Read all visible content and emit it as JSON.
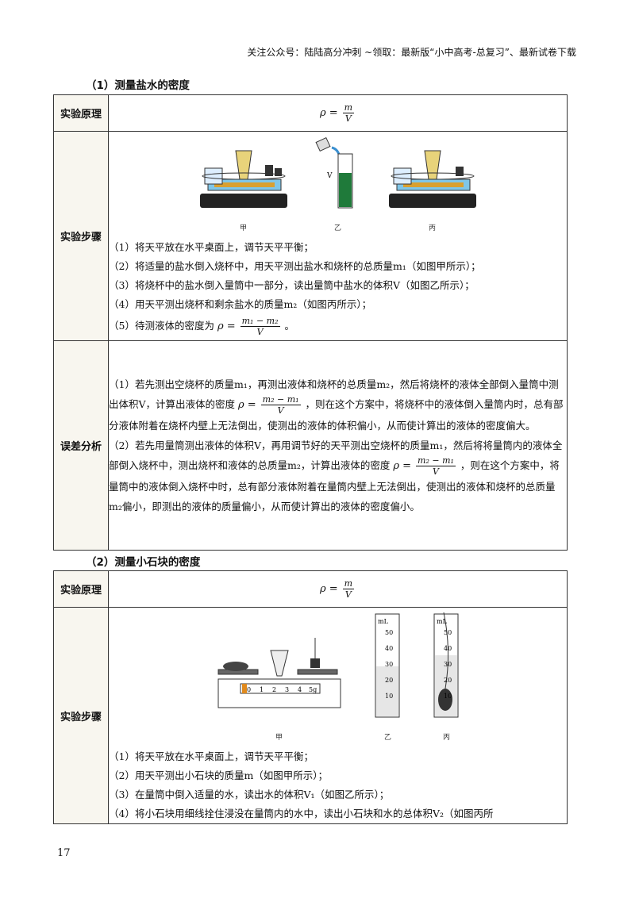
{
  "header": {
    "text": "关注公众号：陆陆高分冲刺 ~领取：最新版“小中高考-总复习”、最新试卷下载"
  },
  "section1": {
    "title": "（1）测量盐水的密度",
    "principle_label": "实验原理",
    "principle": {
      "lhs": "ρ =",
      "num": "m",
      "den": "V"
    },
    "steps_label": "实验步骤",
    "fig_captions": [
      "甲",
      "乙",
      "丙"
    ],
    "fig_v_label": "V",
    "steps": [
      "（1）将天平放在水平桌面上，调节天平平衡；",
      "（2）将适量的盐水倒入烧杯中，用天平测出盐水和烧杯的总质量m₁（如图甲所示）；",
      "（3）将烧杯中的盐水倒入量筒中一部分，读出量筒中盐水的体积V（如图乙所示）；",
      "（4）用天平测出烧杯和剩余盐水的质量m₂（如图丙所示）；"
    ],
    "step5_pre": "（5）待测液体的密度为",
    "step5_lhs": "ρ =",
    "step5_num": "m₁ − m₂",
    "step5_den": "V",
    "step5_post": "。",
    "error_label": "误差分析",
    "error1_a": "（1）若先测出空烧杯的质量m₁，再测出液体和烧杯的总质量m₂，然后将烧杯的液体全部倒入量筒中测出体积V，计算出液体的密度",
    "error1_lhs": "ρ =",
    "error1_num": "m₂ − m₁",
    "error1_den": "V",
    "error1_b": "，则在这个方案中，将烧杯中的液体倒入量筒内时，总有部分液体附着在烧杯内壁上无法倒出，使测出的液体的体积偏小，从而使计算出的液体的密度偏大。",
    "error2_a": "（2）若先用量筒测出液体的体积V，再用调节好的天平测出空烧杯的质量m₁，然后将将量筒内的液体全部倒入烧杯中，测出烧杯和液体的总质量m₂，计算出液体的密度",
    "error2_lhs": "ρ =",
    "error2_num": "m₂ − m₁",
    "error2_den": "V",
    "error2_b": "，则在这个方案中，将量筒中的液体倒入烧杯中时，总有部分液体附着在量筒内壁上无法倒出，使测出的液体和烧杯的总质量m₂偏小，即测出的液体的质量偏小，从而使计算出的液体的密度偏小。"
  },
  "section2": {
    "title": "（2）测量小石块的密度",
    "principle_label": "实验原理",
    "principle": {
      "lhs": "ρ =",
      "num": "m",
      "den": "V"
    },
    "steps_label": "实验步骤",
    "fig_captions": [
      "甲",
      "乙",
      "丙"
    ],
    "ruler_labels": [
      "0",
      "1",
      "2",
      "3",
      "4",
      "5g"
    ],
    "cyl_unit": "mL",
    "cyl_ticks": [
      "50",
      "40",
      "30",
      "20",
      "10"
    ],
    "steps": [
      "（1）将天平放在水平桌面上，调节天平平衡；",
      "（2）用天平测出小石块的质量m（如图甲所示）；",
      "（3）在量筒中倒入适量的水，读出水的体积V₁（如图乙所示）；",
      "（4）将小石块用细线拴住浸没在量筒内的水中，读出小石块和水的总体积V₂（如图丙所"
    ]
  },
  "page_number": "17"
}
